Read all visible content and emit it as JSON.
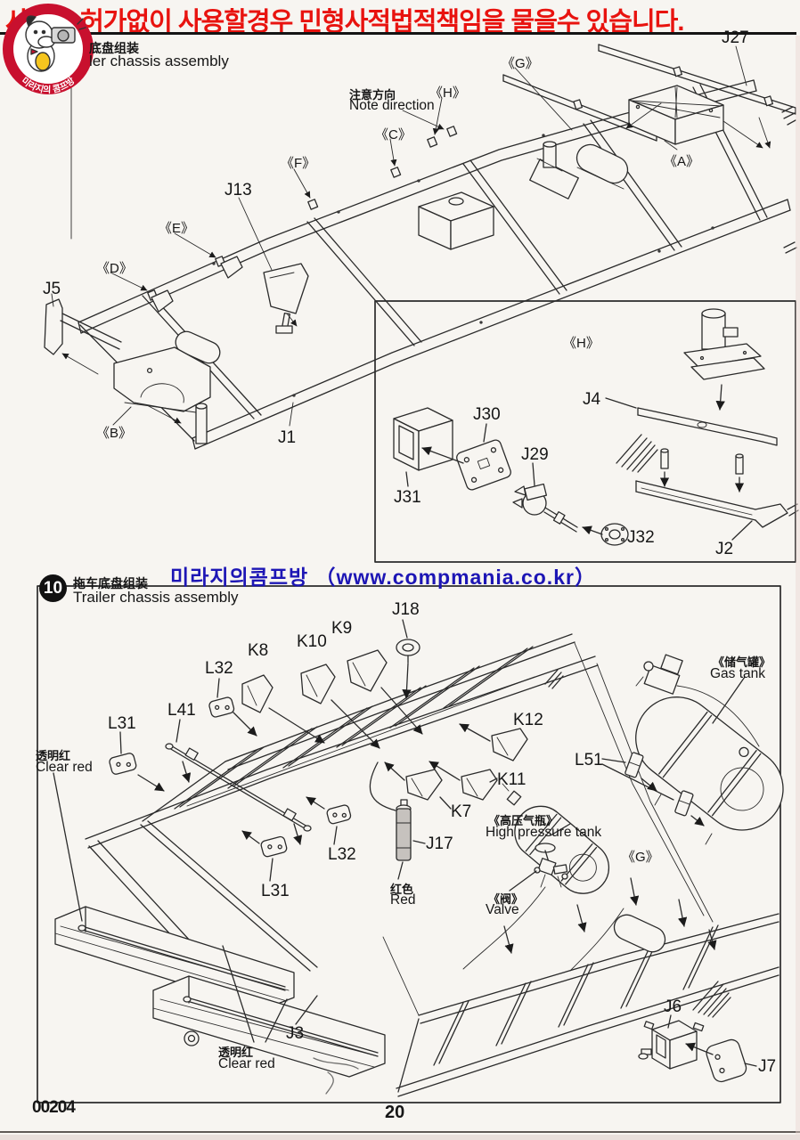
{
  "page": {
    "footer_kit_no": "00204",
    "footer_page": "20",
    "bg_color": "#f7f5f1",
    "ink_color": "#2b2b2b"
  },
  "banner": {
    "text": "사진을 허가없이 사용할경우 민형사적법적책임을 물을수 있습니다.",
    "color": "#e8130f"
  },
  "logo": {
    "name": "compmania mascot badge",
    "ribbon_text": "미라지의 콤프방",
    "ring_color": "#c8102e"
  },
  "watermark": {
    "text": "미라지의콤프방 （www.compmania.co.kr）",
    "color": "#1d16b5"
  },
  "step9": {
    "title_cn": "底盘组装",
    "title_en": "ler chassis assembly",
    "note_cn": "注意方向",
    "note_en": "Note direction",
    "labels": {
      "j27": "J27",
      "g": "《G》",
      "h": "《H》",
      "c": "《C》",
      "a": "《A》",
      "f": "《F》",
      "j13": "J13",
      "e": "《E》",
      "d": "《D》",
      "j5": "J5",
      "b": "《B》",
      "j1": "J1"
    },
    "inset_labels": {
      "h": "《H》",
      "j4": "J4",
      "j31": "J31",
      "j30": "J30",
      "j29": "J29",
      "j32": "J32",
      "j2": "J2"
    }
  },
  "step10": {
    "number": "10",
    "title_cn": "拖车底盘组装",
    "title_en": "Trailer chassis assembly",
    "labels": {
      "j18": "J18",
      "k9": "K9",
      "k10": "K10",
      "k8": "K8",
      "l32_top": "L32",
      "l41": "L41",
      "l31_top": "L31",
      "k12": "K12",
      "k11": "K11",
      "k7": "K7",
      "l32_mid": "L32",
      "l31_mid": "L31",
      "j17": "J17",
      "l51": "L51",
      "g": "《G》",
      "j3": "J3",
      "j6": "J6",
      "j7": "J7"
    },
    "notes": {
      "clear_red_top_cn": "透明红",
      "clear_red_top_en": "Clear red",
      "gas_tank_cn": "《储气罐》",
      "gas_tank_en": "Gas tank",
      "hp_tank_cn": "《高压气瓶》",
      "hp_tank_en": "High pressure tank",
      "valve_cn": "《阀》",
      "valve_en": "Valve",
      "red_cn": "红色",
      "red_en": "Red",
      "clear_red_bottom_cn": "透明红",
      "clear_red_bottom_en": "Clear red"
    }
  }
}
